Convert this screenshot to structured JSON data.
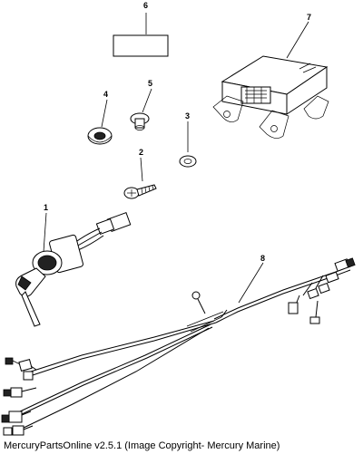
{
  "callouts": {
    "c1": "1",
    "c2": "2",
    "c3": "3",
    "c4": "4",
    "c5": "5",
    "c6": "6",
    "c7": "7",
    "c8": "8"
  },
  "footer": {
    "caption": "MercuryPartsOnline v2.5.1 (Image Copyright- Mercury Marine)"
  }
}
